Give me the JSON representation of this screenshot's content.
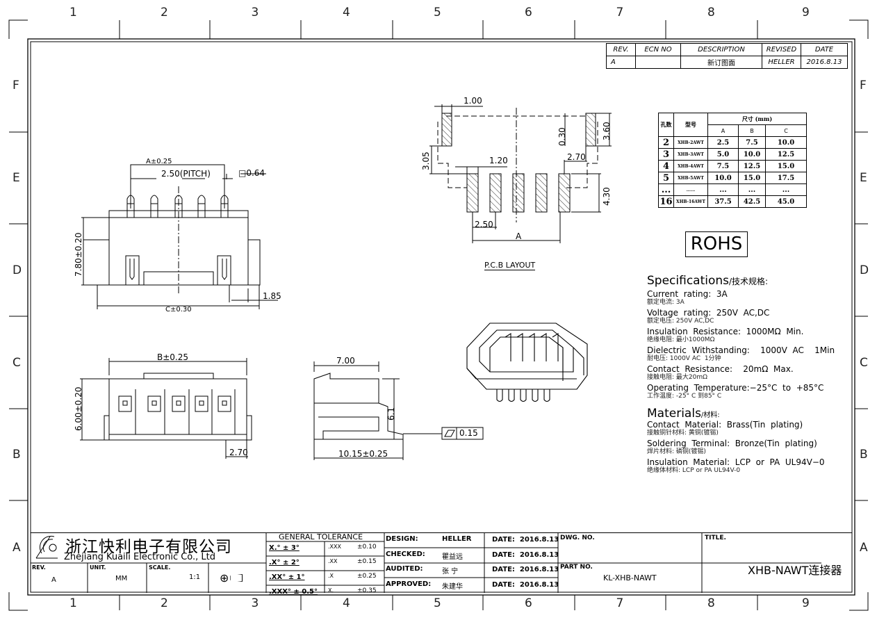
{
  "zones": {
    "columns": [
      "1",
      "2",
      "3",
      "4",
      "5",
      "6",
      "7",
      "8",
      "9"
    ],
    "rows": [
      "F",
      "E",
      "D",
      "C",
      "B",
      "A"
    ]
  },
  "revision_table": {
    "headers": [
      "REV.",
      "ECN NO",
      "DESCRIPTION",
      "REVISED",
      "DATE"
    ],
    "row": [
      "A",
      "",
      "新订图面",
      "HELLER",
      "2016.8.13"
    ]
  },
  "size_table": {
    "col_pins": "孔数",
    "col_model": "型号",
    "col_size": "尺寸 (mm)",
    "sub": [
      "A",
      "B",
      "C"
    ],
    "rows": [
      [
        "2",
        "XHB-2AWT",
        "2.5",
        "7.5",
        "10.0"
      ],
      [
        "3",
        "XHB-3AWT",
        "5.0",
        "10.0",
        "12.5"
      ],
      [
        "4",
        "XHB-4AWT",
        "7.5",
        "12.5",
        "15.0"
      ],
      [
        "5",
        "XHB-5AWT",
        "10.0",
        "15.0",
        "17.5"
      ],
      [
        "...",
        "......",
        "...",
        "...",
        "..."
      ],
      [
        "16",
        "XHB-16AWT",
        "37.5",
        "42.5",
        "45.0"
      ]
    ]
  },
  "rohs": "ROHS",
  "specifications": {
    "title": "Specifications",
    "title_cn": "/技术规格:",
    "items": [
      {
        "en": "Current  rating:  3A",
        "cn": "额定电流: 3A"
      },
      {
        "en": "Voltage  rating:  250V  AC,DC",
        "cn": "额定电压: 250V AC,DC"
      },
      {
        "en": "Insulation  Resistance:  1000MΩ  Min.",
        "cn": "绝缘电阻: 最小1000MΩ"
      },
      {
        "en": "Dielectric  Withstanding:    1000V  AC    1Min",
        "cn": "耐电压: 1000V AC  1分钟"
      },
      {
        "en": "Contact  Resistance:    20mΩ  Max.",
        "cn": "接触电阻: 最大20mΩ"
      },
      {
        "en": "Operating  Temperature:−25°C  to  +85°C",
        "cn": "工作温度: -25° C 到85° C"
      }
    ]
  },
  "materials": {
    "title": "Materials",
    "title_cn": "/材料:",
    "items": [
      {
        "en": "Contact  Material:  Brass(Tin  plating)",
        "cn": "接触铜针材料: 黄铜(镀锡)"
      },
      {
        "en": "Soldering  Terminal:  Bronze(Tin  plating)",
        "cn": "焊片材料: 磷铜(镀锡)"
      },
      {
        "en": "Insulation  Material:  LCP  or  PA  UL94V−0",
        "cn": "绝缘体材料: LCP or PA UL94V-0"
      }
    ]
  },
  "front_view": {
    "a": "A±0.25",
    "pitch": "2.50(PITCH)",
    "pin": "□0.64",
    "height": "7.80±0.20",
    "c": "C±0.30",
    "ear": "1.85"
  },
  "bottom_view": {
    "b": "B±0.25",
    "height": "6.00±0.20",
    "ear": "2.70"
  },
  "side_view": {
    "top": "7.00",
    "height": "6.1",
    "length": "10.15±0.25",
    "flatness": "0.15"
  },
  "pcb_layout": {
    "title": "P.C.B  LAYOUT",
    "d1": "1.00",
    "d2": "1.20",
    "d3": "2.70",
    "d4": "0.30",
    "d5": "3.60",
    "d6": "3.05",
    "d7": "4.30",
    "d8": "2.50",
    "d9": "A"
  },
  "title_block": {
    "company_cn": "浙江快利电子有限公司",
    "company_en": "Zhejiang  Kuaili  Electronic  Co.,  Ltd",
    "rev_label": "REV.",
    "rev": "A",
    "unit_label": "UNIT.",
    "unit": "MM",
    "scale_label": "SCALE.",
    "scale": "1:1",
    "tolerance_title": "GENERAL  TOLERANCE",
    "tolerance": [
      [
        "X.° ± 3°",
        ".XXX",
        "±0.10"
      ],
      [
        ".X° ± 2°",
        ".XX",
        "±0.15"
      ],
      [
        ".XX° ± 1°",
        ".X",
        "±0.25"
      ],
      [
        ".XXX° ± 0.5°",
        "X.",
        "±0.35"
      ]
    ],
    "signoff": [
      {
        "label": "DESIGN:",
        "name": "HELLER",
        "date": "DATE:  2016.8.13"
      },
      {
        "label": "CHECKED:",
        "name": "瞿益远",
        "date": "DATE:  2016.8.13"
      },
      {
        "label": "AUDITED:",
        "name": "张  宁",
        "date": "DATE:  2016.8.13"
      },
      {
        "label": "APPROVED:",
        "name": "朱建华",
        "date": "DATE:  2016.8.13"
      }
    ],
    "dwg_no_label": "DWG. NO.",
    "part_no_label": "PART NO.",
    "part_no": "KL-XHB-NAWT",
    "title_label": "TITLE.",
    "title": "XHB-NAWT连接器"
  }
}
